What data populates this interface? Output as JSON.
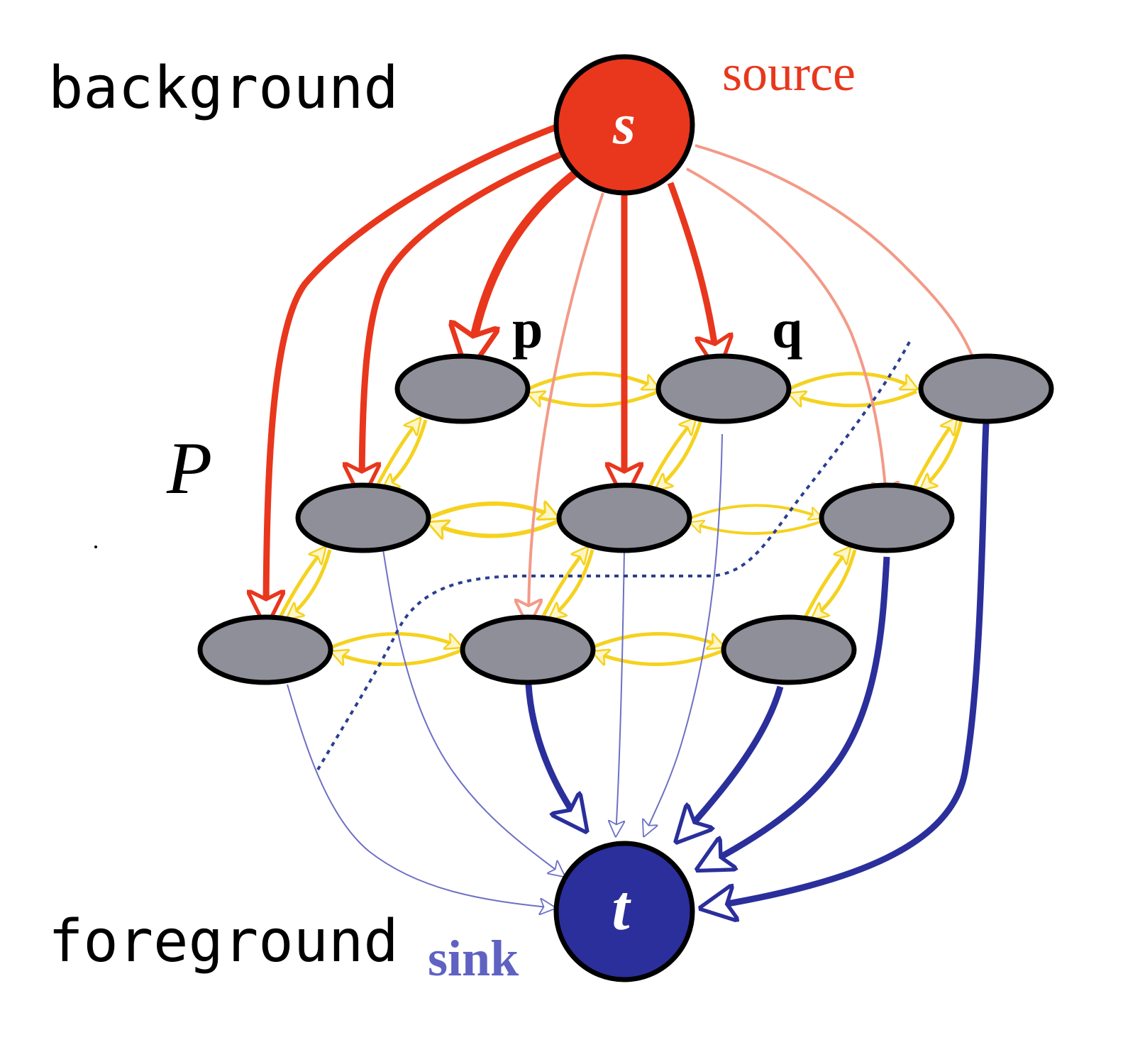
{
  "labels": {
    "background": "background",
    "foreground": "foreground",
    "source": "source",
    "sink": "sink",
    "source_node": "s",
    "sink_node": "t",
    "p": "p",
    "q": "q",
    "P": "P"
  },
  "colors": {
    "source": "#e8371d",
    "source_light": "#f39a87",
    "sink": "#2b2f9b",
    "sink_light": "#6d70c4",
    "pixel": "#8f8f99",
    "neighbor": "#f5d21f",
    "cut": "#2b3f8f"
  },
  "grid": {
    "rows": 3,
    "cols": 3
  }
}
